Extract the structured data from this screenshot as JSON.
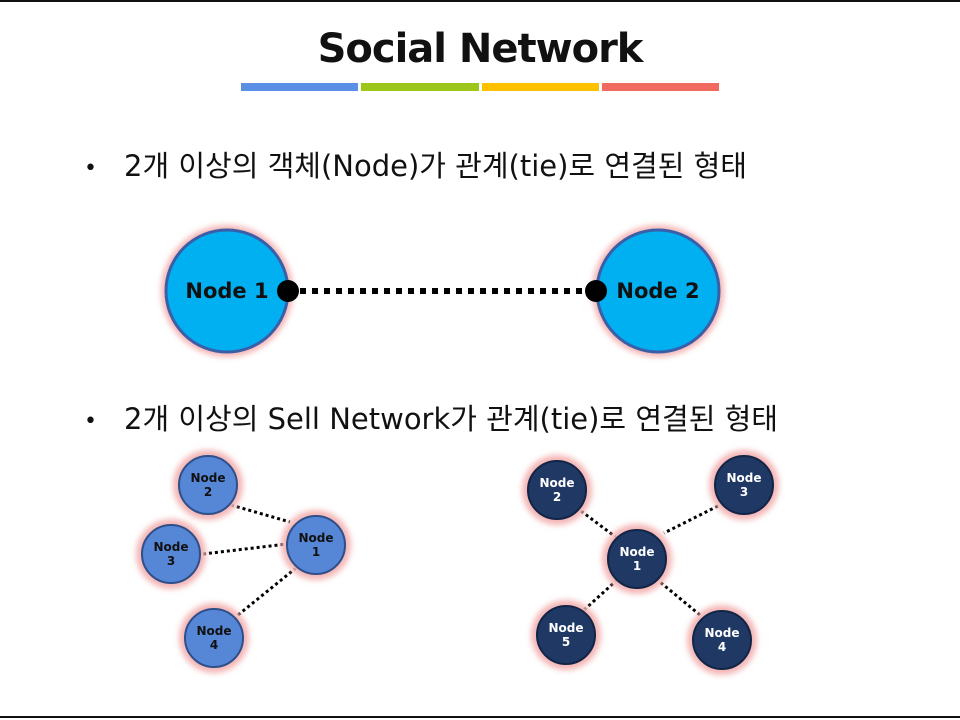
{
  "title": "Social Network",
  "title_bar_colors": [
    "#5b8fe6",
    "#9dc61a",
    "#ffc000",
    "#f06a5f"
  ],
  "bullets": [
    {
      "dot": "•",
      "text": "2개 이상의 객체(Node)가 관계(tie)로 연결된 형태"
    },
    {
      "dot": "•",
      "text": "2개 이상의 Sell Network가 관계(tie)로 연결된 형태"
    }
  ],
  "top_diagram": {
    "node_color": "#00b0f0",
    "nodes": [
      {
        "id": "n1",
        "label": "Node 1"
      },
      {
        "id": "n2",
        "label": "Node 2"
      }
    ],
    "tie": {
      "from": "n1",
      "to": "n2",
      "style": "dotted"
    }
  },
  "left_network": {
    "node_color": "#5686d6",
    "label_color": "#111111",
    "nodes": [
      {
        "id": "L1",
        "line1": "Node",
        "line2": "1"
      },
      {
        "id": "L2",
        "line1": "Node",
        "line2": "2"
      },
      {
        "id": "L3",
        "line1": "Node",
        "line2": "3"
      },
      {
        "id": "L4",
        "line1": "Node",
        "line2": "4"
      }
    ],
    "edges": [
      [
        "L2",
        "L1"
      ],
      [
        "L3",
        "L1"
      ],
      [
        "L4",
        "L1"
      ]
    ]
  },
  "right_network": {
    "node_color": "#1f3864",
    "label_color": "#ffffff",
    "nodes": [
      {
        "id": "R1",
        "line1": "Node",
        "line2": "1"
      },
      {
        "id": "R2",
        "line1": "Node",
        "line2": "2"
      },
      {
        "id": "R3",
        "line1": "Node",
        "line2": "3"
      },
      {
        "id": "R4",
        "line1": "Node",
        "line2": "4"
      },
      {
        "id": "R5",
        "line1": "Node",
        "line2": "5"
      }
    ],
    "edges": [
      [
        "R2",
        "R1"
      ],
      [
        "R3",
        "R1"
      ],
      [
        "R4",
        "R1"
      ],
      [
        "R5",
        "R1"
      ]
    ]
  }
}
